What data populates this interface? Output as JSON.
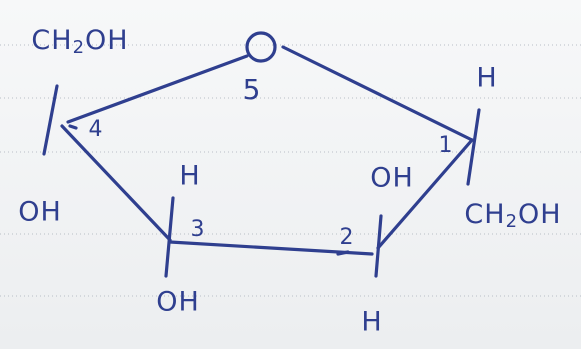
{
  "diagram": {
    "ring_oxygen": "O",
    "carbon_numbers": [
      "1",
      "2",
      "3",
      "4",
      "5"
    ],
    "labels": {
      "c4_top": {
        "main": "CH",
        "sub": "2",
        "tail": "OH"
      },
      "c4_bottom": "OH",
      "c3_top": "H",
      "c3_bottom": "OH",
      "c2_top": "OH",
      "c2_bottom": "H",
      "c1_top": "H",
      "c1_bottom": {
        "main": "CH",
        "sub": "2",
        "tail": "OH"
      }
    }
  },
  "colors": {
    "ink": "#2f3f8f",
    "paper": "#f2f3f4",
    "ruled_lines": "#b9bec6"
  }
}
